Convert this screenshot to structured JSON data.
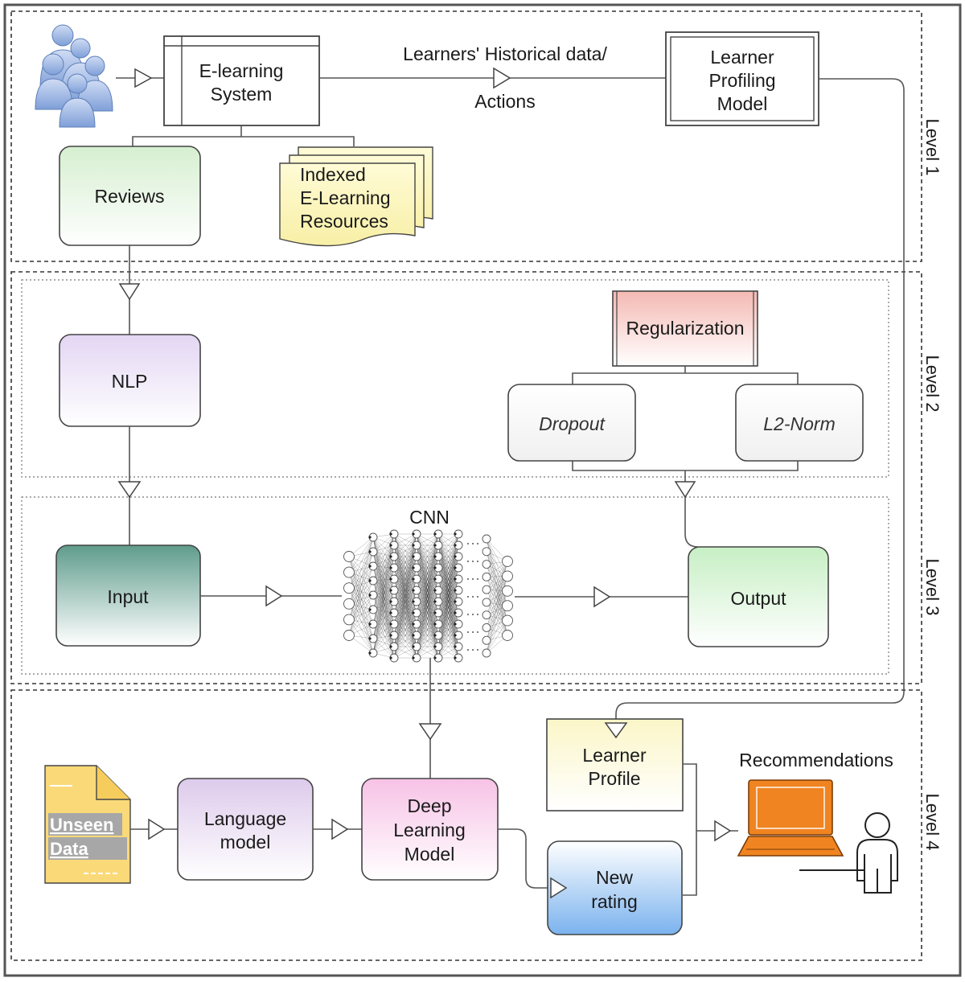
{
  "levels": [
    "Level 1",
    "Level 2",
    "Level 3",
    "Level 4"
  ],
  "top": {
    "elearning_system": [
      "E-learning",
      "System"
    ],
    "historical_label_top": "Learners' Historical data/",
    "historical_label_bottom": "Actions",
    "learner_profiling_model": [
      "Learner",
      "Profiling",
      "Model"
    ],
    "reviews": "Reviews",
    "indexed_resources": [
      "Indexed",
      "E-Learning",
      "Resources"
    ]
  },
  "level2": {
    "nlp": "NLP",
    "regularization": "Regularization",
    "dropout": "Dropout",
    "l2norm": "L2-Norm"
  },
  "level3": {
    "cnn_label": "CNN",
    "input": "Input",
    "output": "Output"
  },
  "level4": {
    "unseen_data": [
      "Unseen",
      "Data"
    ],
    "language_model": [
      "Language",
      "model"
    ],
    "deep_learning_model": [
      "Deep",
      "Learning",
      "Model"
    ],
    "new_rating": [
      "New",
      "rating"
    ],
    "learner_profile": [
      "Learner",
      "Profile"
    ],
    "recommendations": "Recommendations"
  },
  "icons": {
    "users": "users-group-icon",
    "document": "document-icon",
    "laptop": "laptop-icon",
    "person": "person-icon",
    "neural_net": "neural-network-icon"
  },
  "colors": {
    "reviews": "#d6efd0",
    "indexed": "#fbf6c0",
    "nlp": "#e3d6f3",
    "regularization": "#f4b9b3",
    "input": "#5f9c8c",
    "output": "#c7efc4",
    "language_model": "#ddcaeb",
    "deep_learning": "#f7c2e6",
    "new_rating": "#7ab2ee",
    "learner_profile": "#fbf6c8",
    "laptop": "#f08421",
    "users": "#9db5e0"
  }
}
